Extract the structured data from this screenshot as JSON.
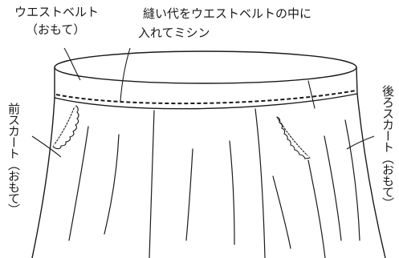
{
  "labels": {
    "waist_belt_line1": "ウエストベルト",
    "waist_belt_line2": "（おもて）",
    "seam_allowance_line1": "縫い代をウエストベルトの中に",
    "seam_allowance_line2": "入れてミシン",
    "front_skirt": "前スカート（おもて）",
    "back_skirt": "後ろスカート（おもて）"
  },
  "colors": {
    "line": "#1a1a1a",
    "background": "#ffffff"
  }
}
